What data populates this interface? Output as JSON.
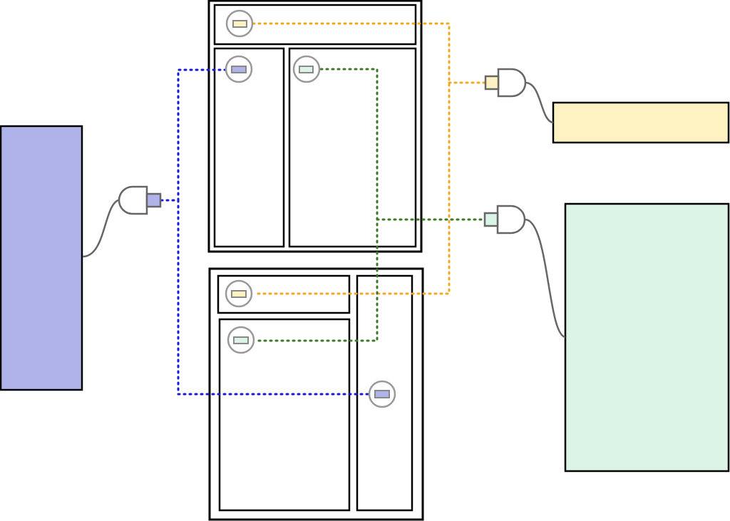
{
  "colors": {
    "blue": "#b0b3ea",
    "yellow": "#fff2c2",
    "green": "#dcf4e5",
    "wire_blue": "#1a1ad6",
    "wire_orange": "#f5a623",
    "wire_green": "#3a7a28"
  },
  "devices": [
    {
      "name": "blue-device",
      "color": "blue"
    },
    {
      "name": "yellow-device",
      "color": "yellow"
    },
    {
      "name": "green-device",
      "color": "green"
    }
  ],
  "plugs": [
    {
      "name": "blue-plug-icon",
      "color": "blue"
    },
    {
      "name": "yellow-plug-icon",
      "color": "yellow"
    },
    {
      "name": "green-plug-icon",
      "color": "green"
    }
  ],
  "sockets": [
    {
      "name": "top-frame-header-socket-icon",
      "color": "yellow"
    },
    {
      "name": "top-frame-left-panel-socket-icon",
      "color": "blue"
    },
    {
      "name": "top-frame-right-panel-socket-icon",
      "color": "green"
    },
    {
      "name": "bottom-frame-header-socket-icon",
      "color": "yellow"
    },
    {
      "name": "bottom-frame-main-panel-socket-icon",
      "color": "green"
    },
    {
      "name": "bottom-frame-side-panel-socket-icon",
      "color": "blue"
    }
  ],
  "wires": [
    {
      "name": "blue-wire",
      "color": "wire_blue"
    },
    {
      "name": "orange-wire",
      "color": "wire_orange"
    },
    {
      "name": "green-wire",
      "color": "wire_green"
    }
  ]
}
